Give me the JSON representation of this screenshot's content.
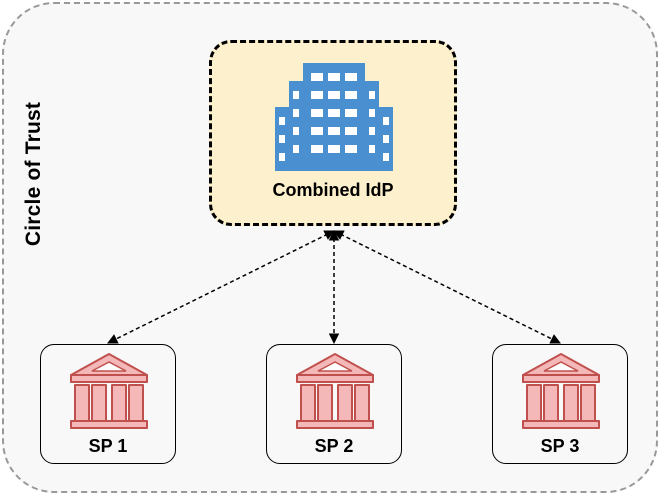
{
  "circle_of_trust": {
    "label": "Circle of Trust"
  },
  "idp": {
    "label": "Combined IdP",
    "icon": "office-building-icon",
    "color": "#4a90d0",
    "fill": "#fdf0cc"
  },
  "service_providers": [
    {
      "label": "SP 1",
      "icon": "bank-building-icon"
    },
    {
      "label": "SP 2",
      "icon": "bank-building-icon"
    },
    {
      "label": "SP 3",
      "icon": "bank-building-icon"
    }
  ],
  "colors": {
    "bank_fill": "#f4b8b8",
    "bank_stroke": "#c0504d",
    "border_dashed": "#999999"
  }
}
